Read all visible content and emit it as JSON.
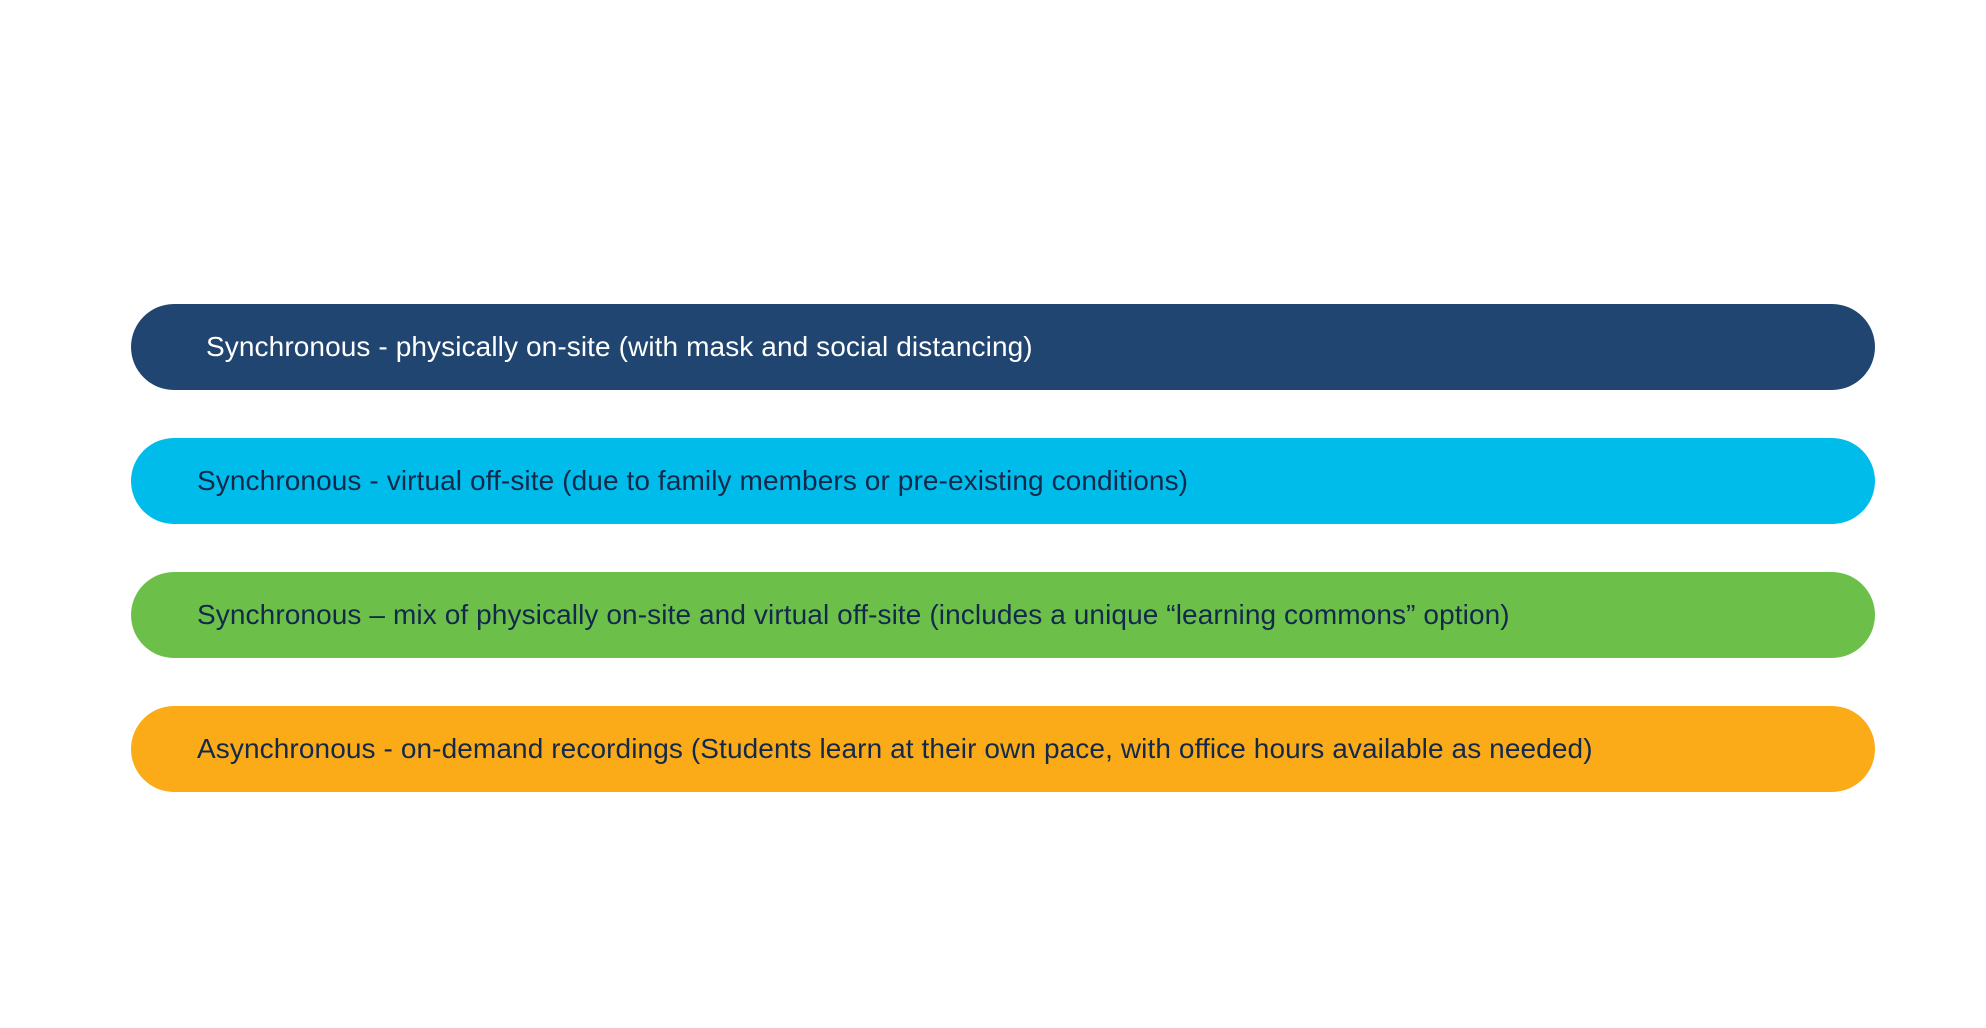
{
  "options": [
    {
      "text": "Synchronous - physically on-site (with mask and social distancing)",
      "bg": "#1f4570",
      "fg": "#ffffff"
    },
    {
      "text": "Synchronous - virtual off-site (due to family members or pre-existing conditions)",
      "bg": "#00bceb",
      "fg": "#13294b"
    },
    {
      "text": "Synchronous – mix of physically on-site and virtual off-site (includes  a unique “learning commons” option)",
      "bg": "#6cc04a",
      "fg": "#13294b"
    },
    {
      "text": "Asynchronous - on-demand recordings (Students learn at their own pace, with office hours available as needed)",
      "bg": "#fbab18",
      "fg": "#13294b"
    }
  ]
}
